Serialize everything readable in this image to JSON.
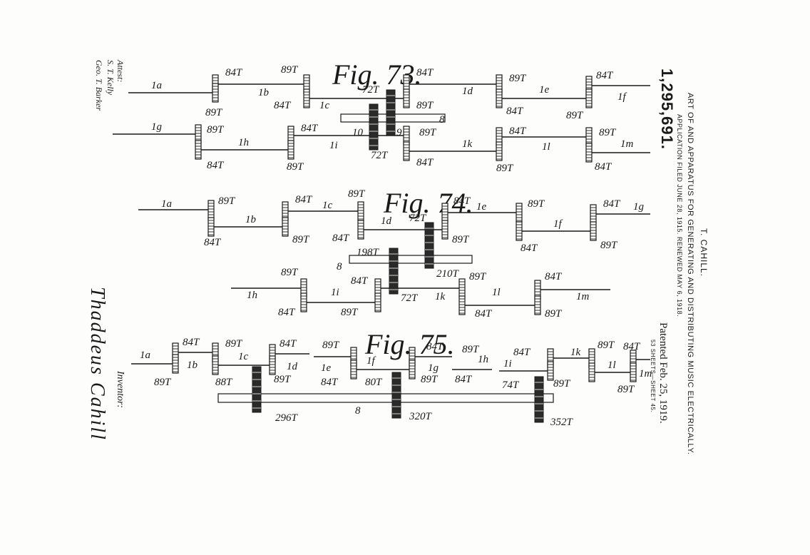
{
  "header": {
    "patent_number": "1,295,691.",
    "inventor": "T. CAHILL.",
    "title": "ART OF AND APPARATUS FOR GENERATING AND DISTRIBUTING MUSIC ELECTRICALLY.",
    "application": "APPLICATION FILED JUNE 28, 1915. RENEWED MAY 6, 1918.",
    "patented": "Patented Feb. 25, 1919.",
    "sheets": "53 SHEETS—SHEET 45."
  },
  "signatures": {
    "attest_label": "Attest:",
    "witness_1": "S. T. Kelly",
    "witness_2": "Geo. T. Barker",
    "inventor_label": "Inventor:",
    "inventor_name": "Thaddeus Cahill"
  },
  "figures": {
    "fig73": {
      "title": "Fig. 73.",
      "shafts": [
        "1a",
        "1b",
        "1c",
        "1d",
        "1e",
        "1f",
        "1g",
        "1h",
        "1i",
        "1k",
        "1l",
        "1m"
      ],
      "gears": [
        "84T",
        "89T",
        "84T",
        "89T",
        "84T",
        "89T",
        "89T",
        "84T",
        "84T",
        "89T",
        "84T",
        "89T",
        "89T",
        "84T",
        "89T",
        "84T",
        "89T",
        "84T",
        "89T",
        "84T",
        "84T",
        "89T",
        "72T",
        "72T"
      ],
      "refs": [
        "8",
        "9",
        "10"
      ]
    },
    "fig74": {
      "title": "Fig. 74.",
      "shafts": [
        "1a",
        "1b",
        "1c",
        "1d",
        "1e",
        "1f",
        "1g",
        "1h",
        "1i",
        "1k",
        "1l",
        "1m"
      ],
      "gears": [
        "89T",
        "84T",
        "84T",
        "89T",
        "89T",
        "84T",
        "84T",
        "89T",
        "89T",
        "84T",
        "84T",
        "89T",
        "72T",
        "198T",
        "210T",
        "89T",
        "84T",
        "84T",
        "89T",
        "72T",
        "89T",
        "84T",
        "84T",
        "89T"
      ],
      "refs": [
        "8"
      ]
    },
    "fig75": {
      "title": "Fig. 75.",
      "shafts": [
        "1a",
        "1b",
        "1c",
        "1d",
        "1e",
        "1f",
        "1g",
        "1h",
        "1i",
        "1k",
        "1l",
        "1m"
      ],
      "gears": [
        "84T",
        "89T",
        "84T",
        "89T",
        "89T",
        "84T",
        "89T",
        "89T",
        "84T",
        "89T",
        "89T",
        "84T",
        "80T",
        "88T",
        "74T",
        "84T",
        "89T",
        "84T",
        "89T",
        "296T",
        "320T",
        "352T"
      ],
      "refs": [
        "8"
      ]
    }
  }
}
